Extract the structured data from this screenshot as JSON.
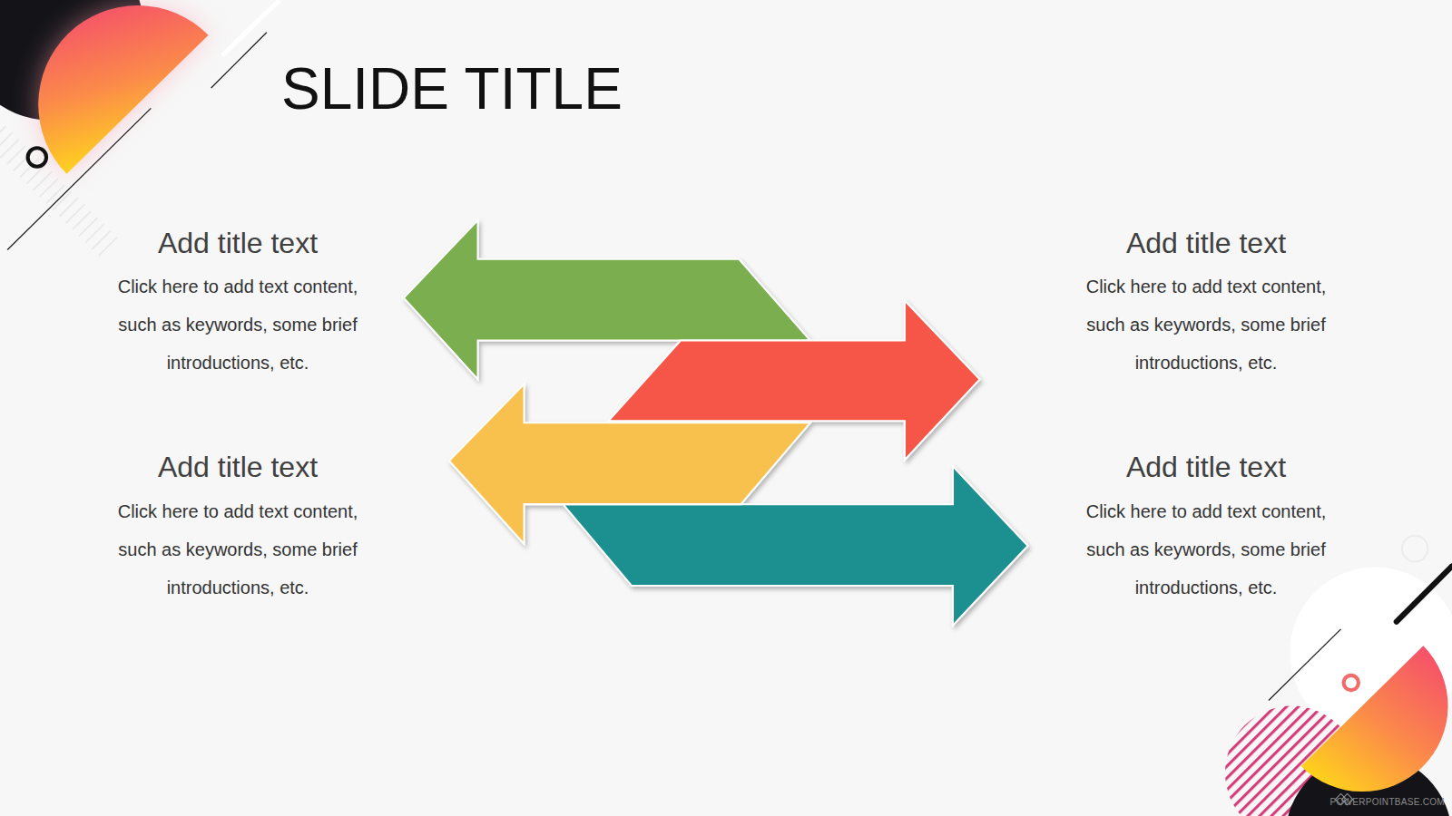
{
  "diagram": {
    "title": "SLIDE TITLE",
    "labels": [
      "Add title text",
      "Click here to add text content, such as keywords, some brief introductions, etc.",
      "Add title text",
      "Click here to add text content, such as keywords, some brief introductions, etc.",
      "Add title text",
      "Click here to add text content, such as keywords, some brief introductions, etc.",
      "Add title text",
      "Click here to add text content, such as keywords, some brief introductions, etc.",
      "POWERPOINTBASE.COM"
    ]
  }
}
